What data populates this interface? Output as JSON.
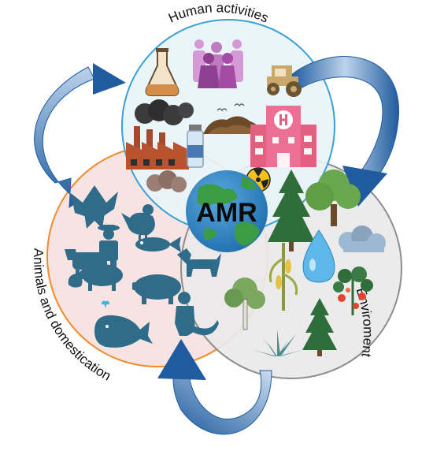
{
  "labels": {
    "human": "Human activities",
    "animals": "Animals and domestication",
    "environment": "Enviroment",
    "center": "AMR"
  },
  "colors": {
    "human_circle_fill": "#e8f4fa",
    "human_circle_stroke": "#3a9fd6",
    "animal_circle_fill": "#f7e4e2",
    "animal_circle_stroke": "#f08a2a",
    "env_circle_fill": "#e9e9ea",
    "env_circle_stroke": "#8e8e8e",
    "arrow_dark": "#1f5b9e",
    "arrow_light": "#bcd3ec",
    "animal_icon": "#2f6c8a",
    "people_icon": "#c07bc0",
    "hospital": "#e25f80",
    "tree_dark": "#2f6d3b",
    "tree_light": "#6aa84f",
    "earth_ocean": "#2e86c9",
    "earth_land": "#3d9a45"
  },
  "icons": [
    "lab-flask-icon",
    "people-group-icon",
    "tractor-icon",
    "factory-icon",
    "vaccine-vial-icon",
    "waste-pile-icon",
    "hospital-icon",
    "radiation-icon",
    "smoke-cloud-icon",
    "bat-icon",
    "chicken-icon",
    "fish-icon",
    "farmer-icon",
    "cow-icon",
    "pig-icon",
    "dog-icon",
    "whale-icon",
    "monkey-icon",
    "pine-tree-icon",
    "oak-tree-icon",
    "water-drop-icon",
    "rain-cloud-icon",
    "corn-plant-icon",
    "tomato-plant-icon",
    "agave-plant-icon",
    "birch-tree-icon",
    "earth-globe-icon",
    "cycle-arrow-icon"
  ]
}
